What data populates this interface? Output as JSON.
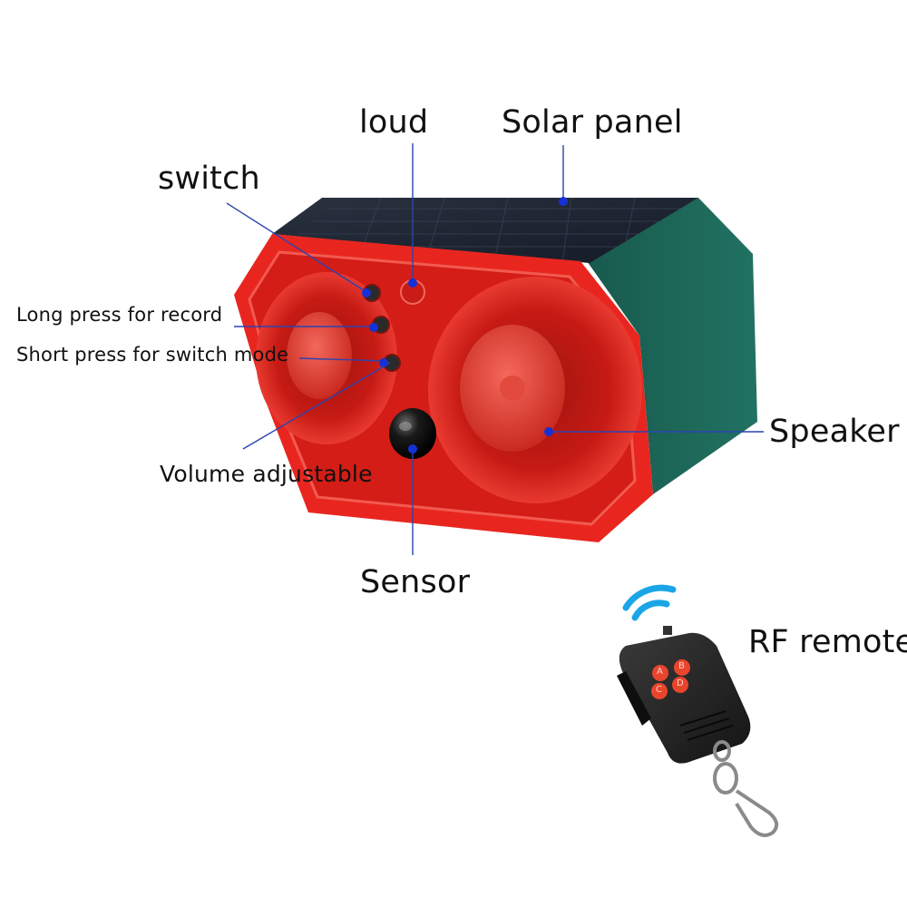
{
  "labels": {
    "loud": "loud",
    "solar_panel": "Solar panel",
    "switch": "switch",
    "long_press": "Long press for record",
    "short_press": "Short press for switch mode",
    "speaker": "Speaker",
    "volume": "Volume adjustable",
    "sensor": "Sensor",
    "rf_remote": "RF remote"
  },
  "remote_buttons": [
    "A",
    "B",
    "C",
    "D"
  ],
  "colors": {
    "housing_red": "#e8261f",
    "body_green": "#1f6b5c",
    "solar_panel": "#1a2030",
    "leader_line": "#2b44b0",
    "leader_dot": "#1531d6",
    "remote_body": "#1e1e1e",
    "remote_button": "#e8452c",
    "signal_blue": "#1aa6e6"
  },
  "icons": [
    "wifi-signal-icon",
    "keyring-icon"
  ]
}
